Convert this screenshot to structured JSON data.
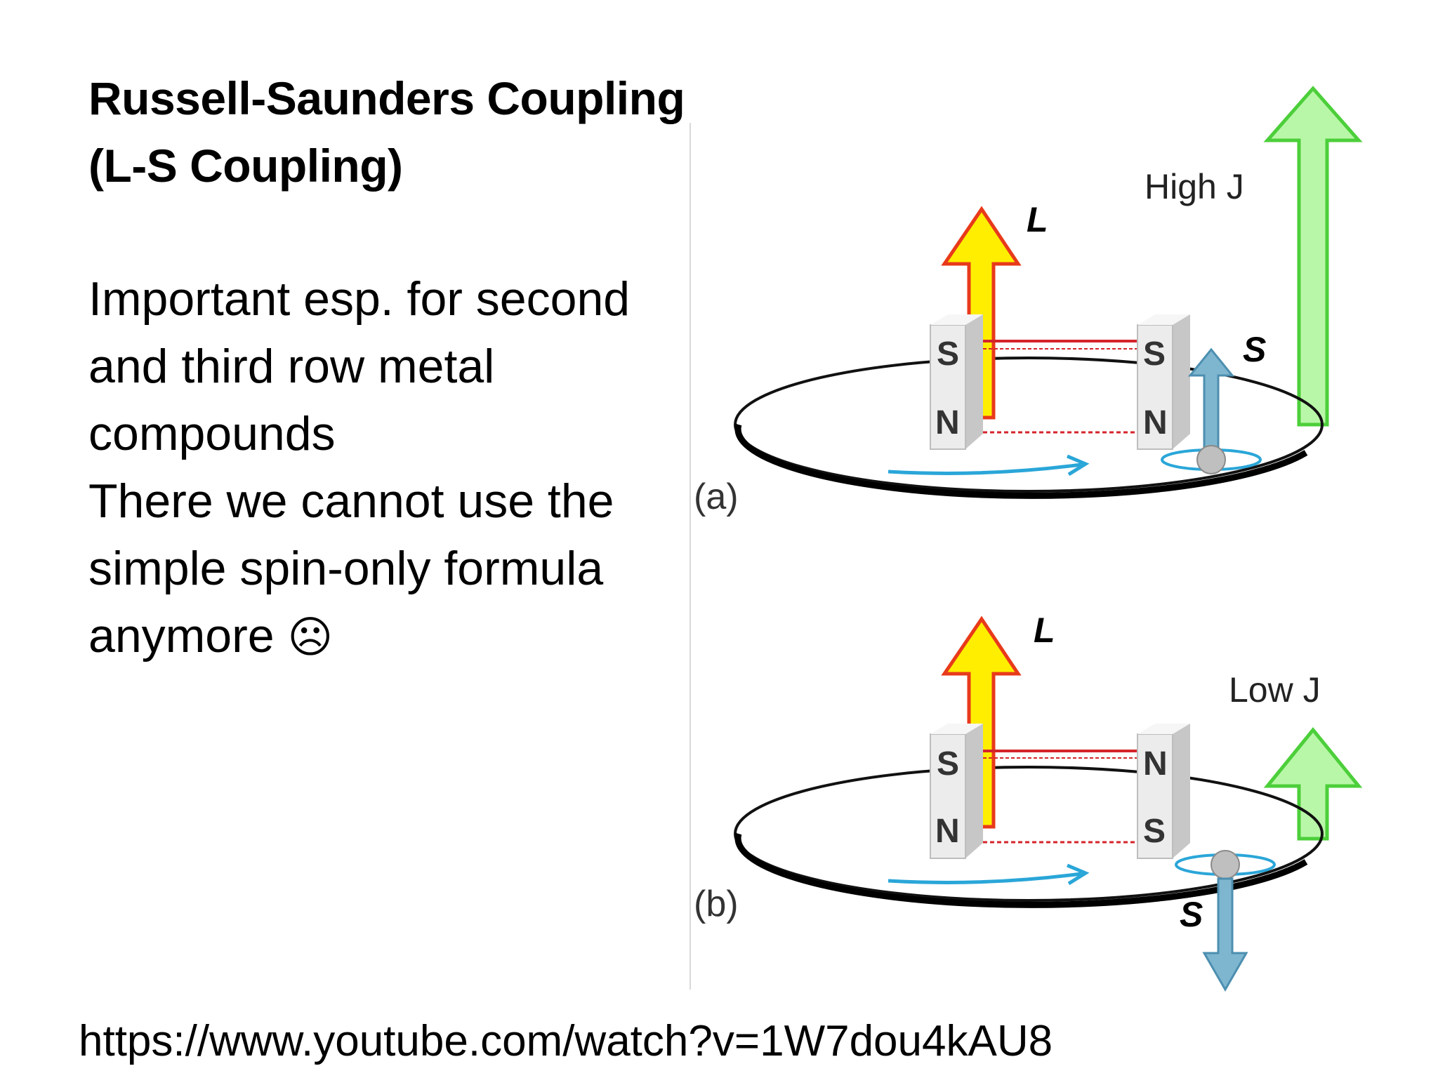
{
  "slide": {
    "title_line1": "Russell-Saunders Coupling",
    "title_line2": "(L-S Coupling)",
    "body_lines": [
      "Important esp. for second",
      "and third row metal",
      "compounds",
      "There we cannot use the",
      "simple spin-only formula",
      "anymore"
    ],
    "emoticon": "☹",
    "url": "https://www.youtube.com/watch?v=1W7dou4kAU8"
  },
  "figure": {
    "panel_a": {
      "label": "(a)",
      "l_label": "L",
      "s_label": "S",
      "j_label": "High J",
      "magnet_left_top": "S",
      "magnet_left_bottom": "N",
      "magnet_right_top": "S",
      "magnet_right_bottom": "N"
    },
    "panel_b": {
      "label": "(b)",
      "l_label": "L",
      "s_label": "S",
      "j_label": "Low J",
      "magnet_left_top": "S",
      "magnet_left_bottom": "N",
      "magnet_right_top": "N",
      "magnet_right_bottom": "S"
    },
    "colors": {
      "l_arrow_fill": "#ffee00",
      "l_arrow_stroke": "#e83a1a",
      "j_arrow_fill": "#b9f7a8",
      "j_arrow_stroke": "#4ccf3a",
      "s_arrow_fill": "#7fb6cf",
      "orbit_arrow": "#2aa6d8",
      "magnet_line": "#d4242a"
    }
  }
}
